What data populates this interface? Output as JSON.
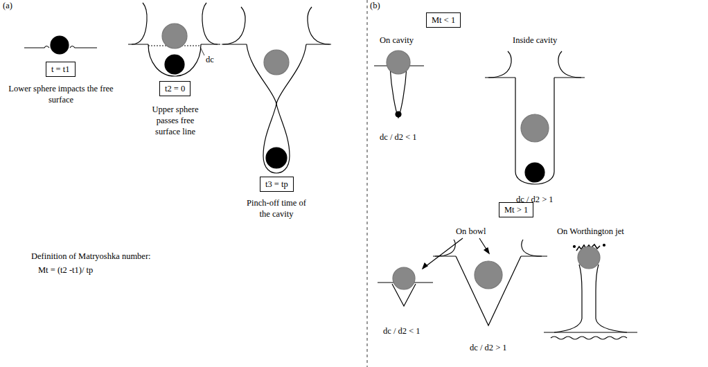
{
  "diagram": {
    "nodes": [
      {
        "text": [
          "t = t1"
        ]
      },
      {
        "text": [
          "t2 = 0"
        ]
      },
      {
        "text": [
          "t3 = tp"
        ]
      },
      {
        "text": [
          "Mt < 1"
        ]
      },
      {
        "text": [
          "Mt > 1"
        ]
      }
    ],
    "labels": [
      "(a)",
      "dc",
      "Lower sphere impacts the free surface",
      "Upper sphere passes free surface line",
      "Pinch-off time of the cavity",
      "Definition of Matryoshka number:",
      "Mt = (t2 -t1)/ tp",
      "(b)",
      "On cavity",
      "Inside cavity",
      "dc / d2 < 1",
      "dc / d2 > 1",
      "On bowl",
      "On Worthington jet",
      "dc / d2 < 1",
      "dc / d2 > 1"
    ]
  }
}
